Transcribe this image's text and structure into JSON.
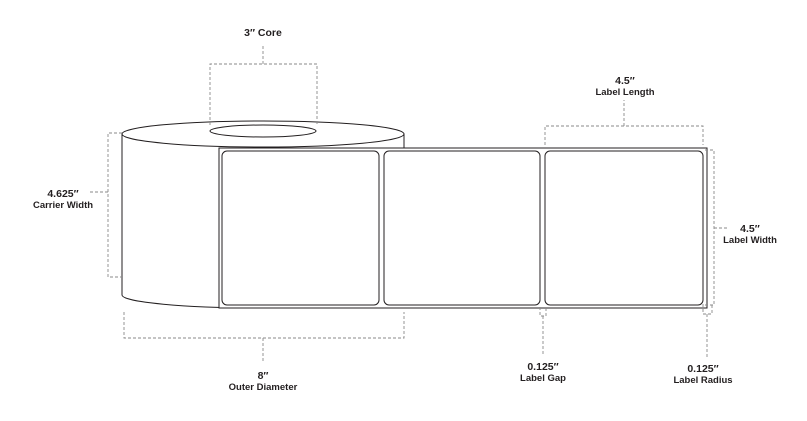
{
  "dimensions": {
    "core": {
      "value": "3″ Core"
    },
    "label_length": {
      "value": "4.5″",
      "name": "Label Length"
    },
    "carrier_width": {
      "value": "4.625″",
      "name": "Carrier Width"
    },
    "label_width": {
      "value": "4.5″",
      "name": "Label Width"
    },
    "outer_diameter": {
      "value": "8″",
      "name": "Outer Diameter"
    },
    "label_gap": {
      "value": "0.125″",
      "name": "Label Gap"
    },
    "label_radius": {
      "value": "0.125″",
      "name": "Label Radius"
    }
  },
  "colors": {
    "line": "#231f20",
    "dash": "#8a8a8a",
    "fill": "#ffffff"
  }
}
